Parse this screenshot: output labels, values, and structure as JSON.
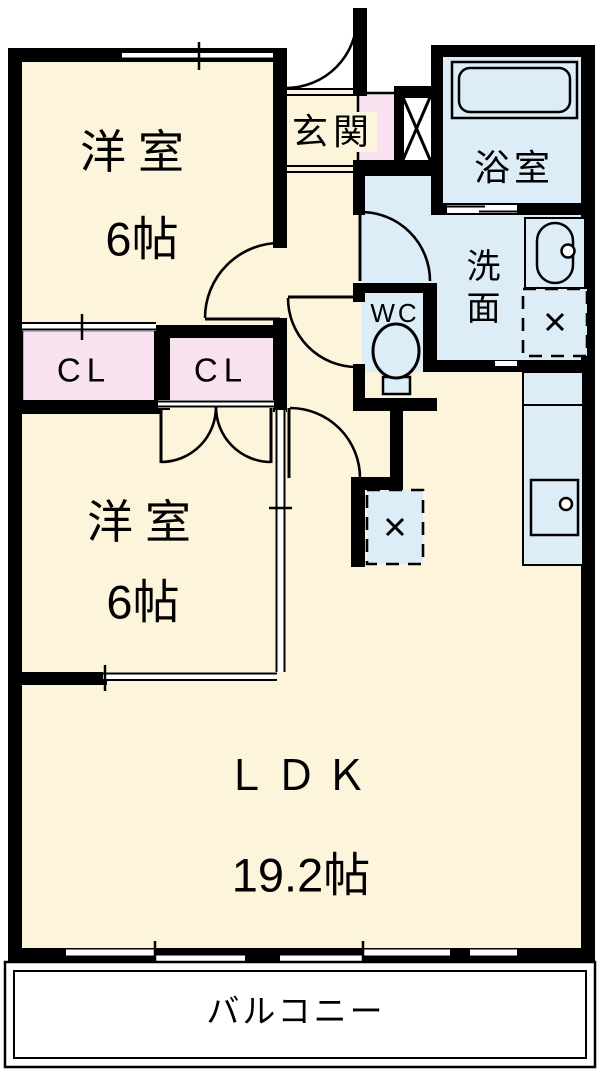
{
  "floorplan": {
    "type": "apartment-floor-plan",
    "colors": {
      "room": "#FCF4DB",
      "wet": "#DCEDF8",
      "closet": "#F9E2EF",
      "wall": "#000000",
      "balcony": "#FFFFFF"
    },
    "rooms": {
      "bedroom1": {
        "name": "洋室",
        "size": "6帖"
      },
      "bedroom2": {
        "name": "洋室",
        "size": "6帖"
      },
      "ldk": {
        "name": "ＬＤＫ",
        "size": "19.2帖"
      },
      "genkan": {
        "name": "玄関"
      },
      "bathroom": {
        "name": "浴室"
      },
      "washroom": {
        "name": "洗面"
      },
      "toilet": {
        "name": "WC"
      },
      "closet_left": {
        "name": "CL"
      },
      "closet_right": {
        "name": "CL"
      },
      "balcony": {
        "name": "バルコニー"
      }
    },
    "fixtures": [
      "bathtub",
      "washbasin",
      "toilet",
      "kitchen-counter",
      "kitchen-sink",
      "washing-machine-space",
      "refrigerator-space",
      "pipe-space"
    ]
  }
}
